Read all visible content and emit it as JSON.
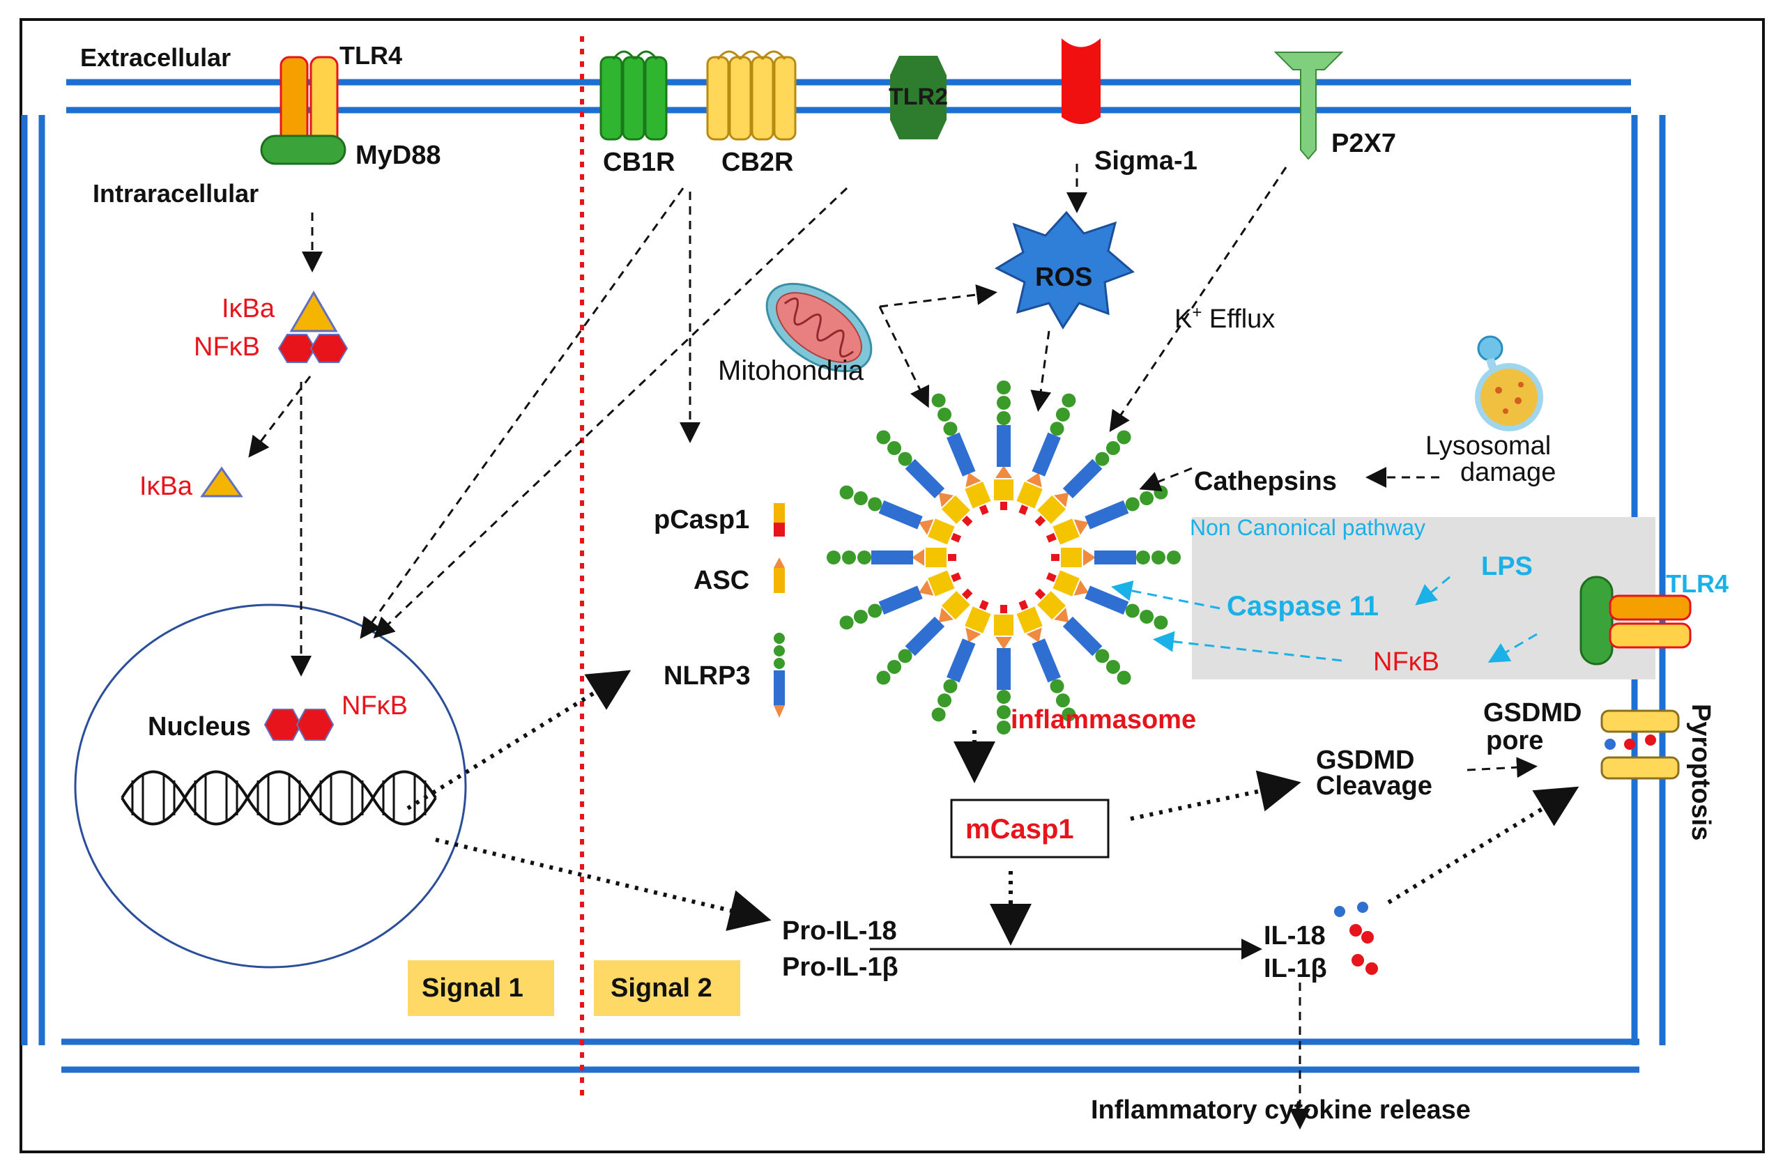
{
  "labels": {
    "extracellular": "Extracellular",
    "intracellular": "Intraracellular",
    "tlr4_top": "TLR4",
    "myd88": "MyD88",
    "cb1r": "CB1R",
    "cb2r": "CB2R",
    "tlr2": "TLR2",
    "sigma1": "Sigma-1",
    "p2x7": "P2X7",
    "ikba_1": "IκBa",
    "nfkb_1": "NFκB",
    "ikba_2": "IκBa",
    "nucleus": "Nucleus",
    "nfkb_nucleus": "NFκB",
    "ros": "ROS",
    "mitochondria": "Mitohondria",
    "k_efflux_k": "K",
    "k_efflux_sup": "+",
    "k_efflux_rest": " Efflux",
    "lysosomal_1": "Lysosomal",
    "lysosomal_2": "damage",
    "cathepsins": "Cathepsins",
    "non_canonical": "Non Canonical pathway",
    "lps": "LPS",
    "caspase11": "Caspase 11",
    "nfkb_nc": "NFκB",
    "tlr4_right": "TLR4",
    "pcasp1": "pCasp1",
    "asc": "ASC",
    "nlrp3": "NLRP3",
    "inflammasome": "inflammasome",
    "mcasp1": "mCasp1",
    "gsdmd_cleavage_1": "GSDMD",
    "gsdmd_cleavage_2": "Cleavage",
    "gsdmd_pore_1": "GSDMD",
    "gsdmd_pore_2": "pore",
    "pyroptosis": "Pyroptosis",
    "pro_il18": "Pro-IL-18",
    "pro_il1b": "Pro-IL-1β",
    "il18": "IL-18",
    "il1b": "IL-1β",
    "signal1": "Signal 1",
    "signal2": "Signal 2",
    "cytokine_release": "Inflammatory cytokine release"
  },
  "colors": {
    "membrane": "#1f6fd1",
    "red_text": "#e8141b",
    "cyan_text": "#1ab0e8",
    "tlr_orange": "#f5a000",
    "tlr_yellow": "#ffd24a",
    "myd88_green": "#3aa43a",
    "cb1r_green": "#2fb52f",
    "cb2r_yellow": "#ffd85a",
    "tlr2_green": "#2e7d2e",
    "sigma_red": "#f01010",
    "p2x7_green": "#7fcf7f",
    "ros_blue": "#2f7ed8",
    "signal_box": "#ffd966",
    "nc_box": "#e0e0e0"
  }
}
